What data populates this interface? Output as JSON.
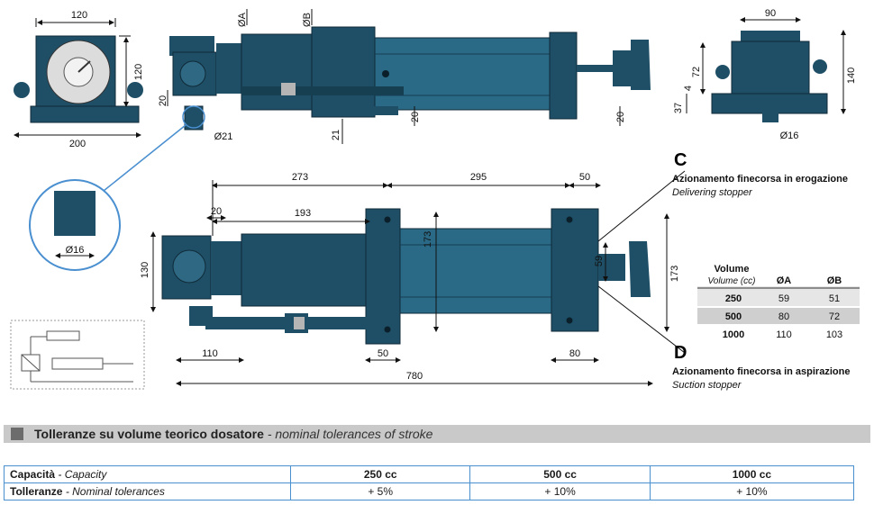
{
  "drawing": {
    "front_view": {
      "width": "120",
      "height": "120",
      "base": "200"
    },
    "side_view": {
      "dia_a": "ØA",
      "dia_b": "ØB",
      "small_20": "20",
      "dia_21": "Ø21",
      "dim_21": "21",
      "dim_20_a": "20",
      "dim_20_b": "20"
    },
    "end_view": {
      "width": "90",
      "h72": "72",
      "h4": "4",
      "h37": "37",
      "h140": "140",
      "dia16": "Ø16"
    },
    "detail": {
      "dia16": "Ø16"
    },
    "plan_view": {
      "d273": "273",
      "d295": "295",
      "d50_top": "50",
      "d20": "20",
      "d193": "193",
      "d173_a": "173",
      "d173_b": "173",
      "d59": "59",
      "d130": "130",
      "d110": "110",
      "d50_bottom": "50",
      "d80": "80",
      "d780": "780"
    },
    "callout_c": {
      "letter": "C",
      "it": "Azionamento finecorsa in erogazione",
      "en": "Delivering stopper"
    },
    "callout_d": {
      "letter": "D",
      "it": "Azionamento finecorsa in aspirazione",
      "en": "Suction stopper"
    }
  },
  "volume_table": {
    "header_volume": "Volume",
    "header_volume_unit": "Volume (cc)",
    "header_a": "ØA",
    "header_b": "ØB",
    "rows": [
      {
        "volume": "250",
        "a": "59",
        "b": "51"
      },
      {
        "volume": "500",
        "a": "80",
        "b": "72"
      },
      {
        "volume": "1000",
        "a": "110",
        "b": "103"
      }
    ]
  },
  "section": {
    "title_it": "Tolleranze su volume teorico dosatore",
    "title_en": "- nominal tolerances of stroke"
  },
  "tolerance_table": {
    "capacity_label_it": "Capacità",
    "capacity_label_en": "- Capacity",
    "tolerance_label_it": "Tolleranze",
    "tolerance_label_en": "- Nominal tolerances",
    "capacities": [
      "250 cc",
      "500 cc",
      "1000 cc"
    ],
    "tolerances": [
      "+ 5%",
      "+ 10%",
      "+ 10%"
    ]
  },
  "colors": {
    "body": "#1f4f66",
    "body_dark": "#123444",
    "accent_blue": "#4a8fd0",
    "band": "#c9c9c9"
  }
}
